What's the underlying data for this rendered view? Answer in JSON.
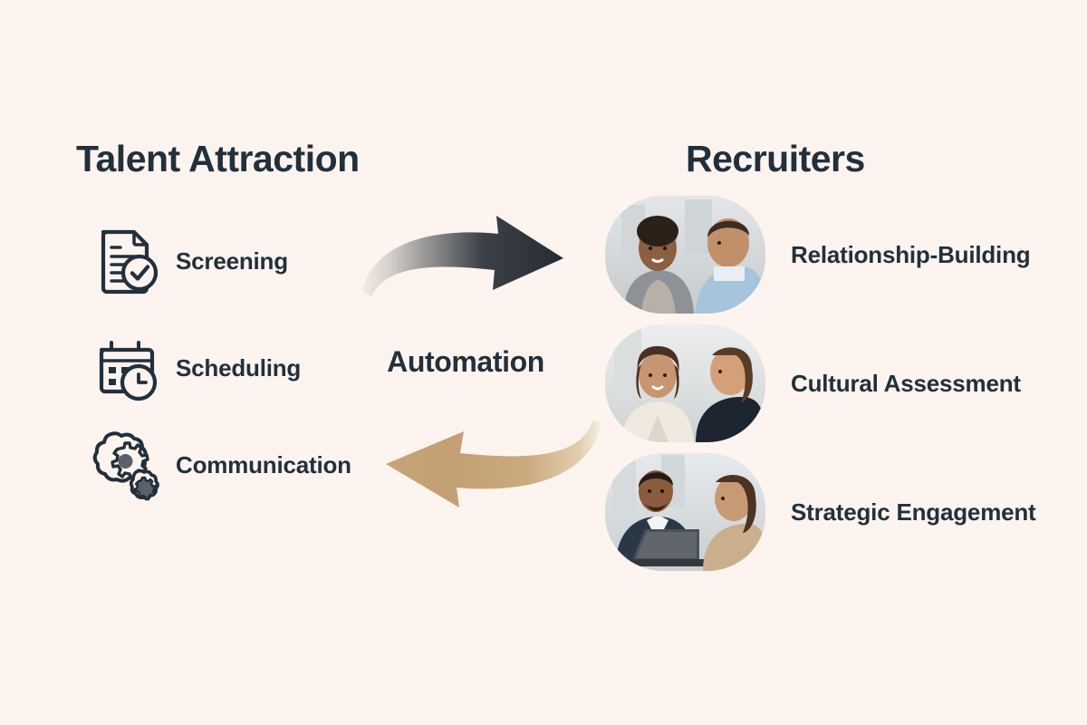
{
  "background_color": "#fdf4ef",
  "text_color": "#22303c",
  "columns": {
    "left": {
      "heading": "Talent Attraction",
      "items": [
        {
          "label": "Screening",
          "icon": "document-check-icon"
        },
        {
          "label": "Scheduling",
          "icon": "calendar-clock-icon"
        },
        {
          "label": "Communication",
          "icon": "chat-gears-icon"
        }
      ]
    },
    "right": {
      "heading": "Recruiters",
      "items": [
        {
          "label": "Relationship-Building",
          "photo": "photo-two-colleagues-smiling"
        },
        {
          "label": "Cultural Assessment",
          "photo": "photo-two-women-conversation"
        },
        {
          "label": "Strategic Engagement",
          "photo": "photo-man-laptop-woman-meeting"
        }
      ]
    }
  },
  "center": {
    "label": "Automation",
    "arrow_top": {
      "name": "arrow-right-dark",
      "direction": "right",
      "color_start": "#efe6de",
      "color_end": "#2b3038"
    },
    "arrow_bottom": {
      "name": "arrow-left-tan",
      "direction": "left",
      "color_start": "#f6ecdf",
      "color_end": "#c3a074"
    }
  },
  "diagram_data": {
    "type": "two-column-cycle",
    "left_column": "Talent Attraction",
    "right_column": "Recruiters",
    "connector": "Automation",
    "flow": [
      {
        "from": "Talent Attraction",
        "to": "Recruiters",
        "style": "dark curved arrow pointing right"
      },
      {
        "from": "Recruiters",
        "to": "Talent Attraction",
        "style": "tan curved arrow pointing left"
      }
    ]
  }
}
